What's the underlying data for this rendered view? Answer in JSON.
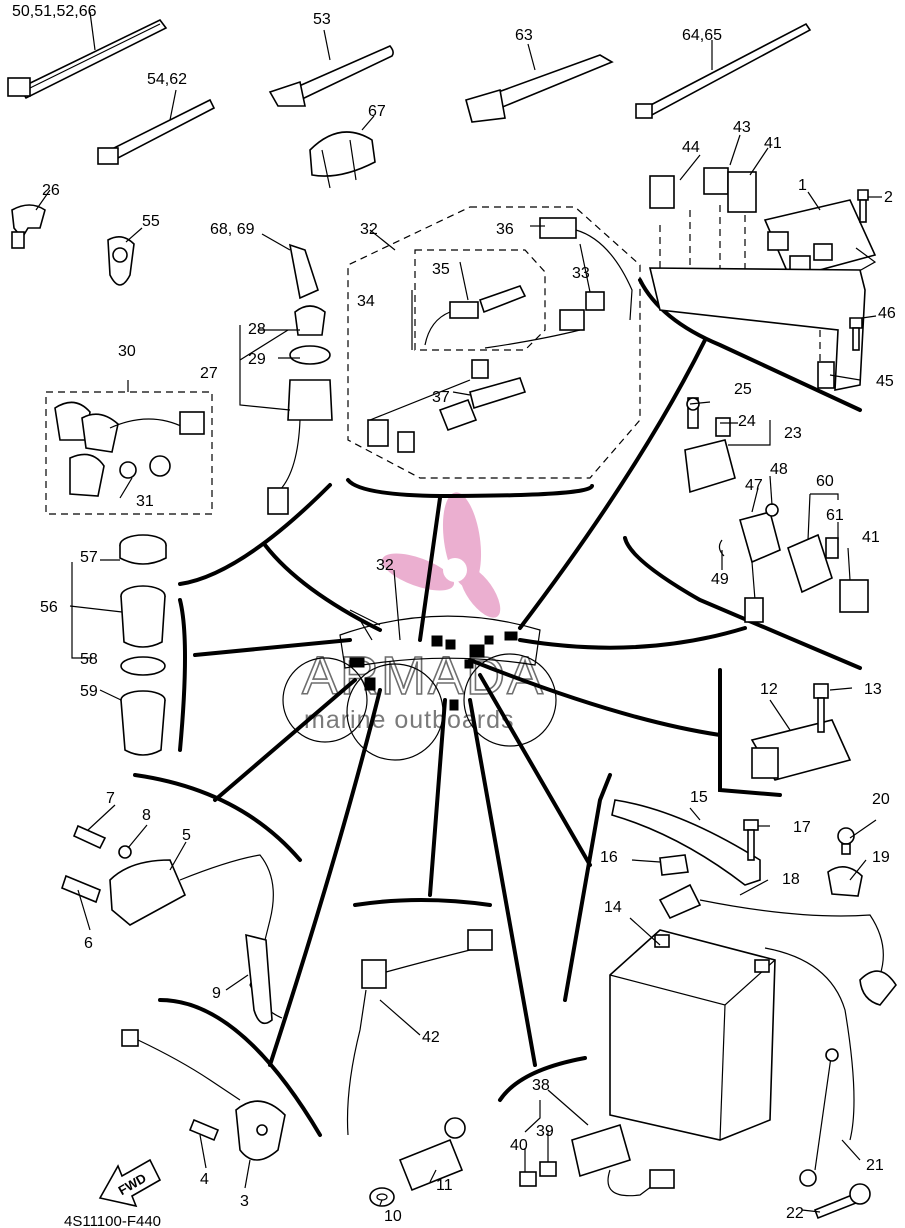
{
  "diagram": {
    "part_code": "4S11100-F440",
    "watermark": {
      "brand": "ARMADA",
      "tagline": "marine outboards",
      "logo_color": "#e8a2c8"
    },
    "fwd_arrow_label": "FWD",
    "callouts": {
      "c1": "1",
      "c2": "2",
      "c3": "3",
      "c4": "4",
      "c5": "5",
      "c6": "6",
      "c7": "7",
      "c8": "8",
      "c9": "9",
      "c10": "10",
      "c11": "11",
      "c12": "12",
      "c13": "13",
      "c14": "14",
      "c15": "15",
      "c16": "16",
      "c17": "17",
      "c18": "18",
      "c19": "19",
      "c20": "20",
      "c21": "21",
      "c22": "22",
      "c23": "23",
      "c24": "24",
      "c25": "25",
      "c26": "26",
      "c27": "27",
      "c28": "28",
      "c29": "29",
      "c30": "30",
      "c31": "31",
      "c32a": "32",
      "c32b": "32",
      "c33": "33",
      "c34": "34",
      "c35": "35",
      "c36": "36",
      "c37": "37",
      "c38": "38",
      "c39": "39",
      "c40": "40",
      "c41a": "41",
      "c41b": "41",
      "c42": "42",
      "c43": "43",
      "c44": "44",
      "c45": "45",
      "c46": "46",
      "c47": "47",
      "c48": "48",
      "c49": "49",
      "c50": "50,51,52,66",
      "c53": "53",
      "c54": "54,62",
      "c55": "55",
      "c56": "56",
      "c57": "57",
      "c58": "58",
      "c59": "59",
      "c60": "60",
      "c61": "61",
      "c63": "63",
      "c64": "64,65",
      "c67": "67",
      "c68": "68, 69"
    }
  }
}
